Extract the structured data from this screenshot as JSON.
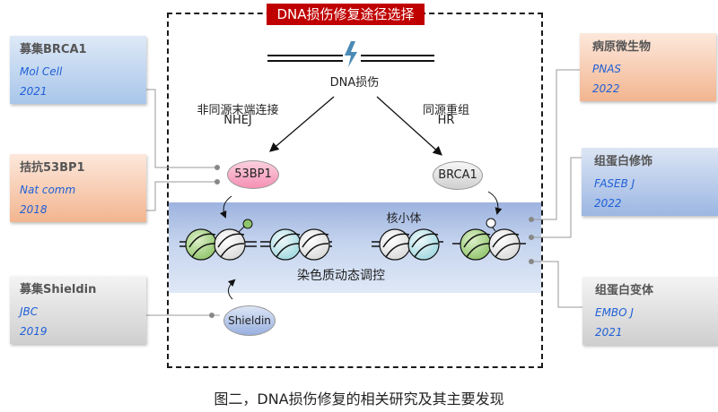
{
  "title": "DNA损伤修复途径选择",
  "damage_label": "DNA损伤",
  "pathways": {
    "nhej": {
      "name_cn": "非同源末端连接",
      "name_en": "NHEJ",
      "protein": "53BP1"
    },
    "hr": {
      "name_cn": "同源重组",
      "name_en": "HR",
      "protein": "BRCA1"
    }
  },
  "nucleosome_label": "核小体",
  "chromatin_label": "染色质动态调控",
  "shieldin_label": "Shieldin",
  "colors": {
    "title_badge": "#c00000",
    "journal_text": "#1f5fd6",
    "bolt": "#4a8ab5"
  },
  "cards": {
    "left": [
      {
        "title": "募集BRCA1",
        "journal": "Mol Cell",
        "year": "2021",
        "style": "blue"
      },
      {
        "title": "拮抗53BP1",
        "journal": "Nat comm",
        "year": "2018",
        "style": "orange"
      },
      {
        "title": "募集Shieldin",
        "journal": "JBC",
        "year": "2019",
        "style": "gray"
      }
    ],
    "right": [
      {
        "title": "病原微生物",
        "journal": "PNAS",
        "year": "2022",
        "style": "orange"
      },
      {
        "title": "组蛋白修饰",
        "journal": "FASEB J",
        "year": "2022",
        "style": "blue2"
      },
      {
        "title": "组蛋白变体",
        "journal": "EMBO J",
        "year": "2021",
        "style": "gray"
      }
    ]
  },
  "caption": "图二，DNA损伤修复的相关研究及其主要发现"
}
